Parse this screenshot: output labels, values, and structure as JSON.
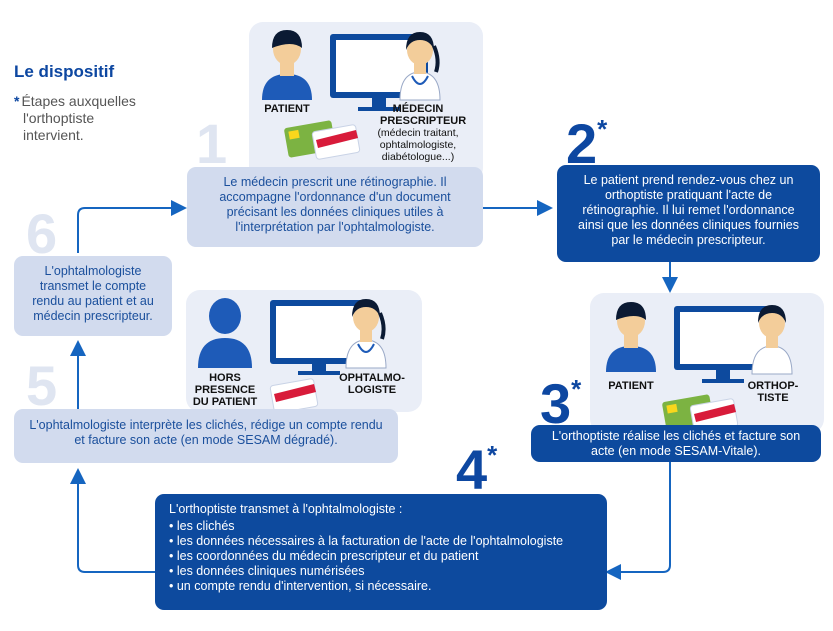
{
  "header": {
    "title": "Le dispositif",
    "legend_star": "*",
    "legend_lines": [
      "Étapes auxquelles",
      "l'orthoptiste",
      "intervient."
    ]
  },
  "steps": [
    {
      "number": "1",
      "star": "",
      "text": "Le médecin prescrit une rétinographie. Il accompagne l'ordonnance d'un document précisant les données cliniques utiles à l'interprétation par l'ophtalmologiste."
    },
    {
      "number": "2",
      "star": "*",
      "text": "Le patient prend rendez-vous chez un orthoptiste pratiquant l'acte de rétinographie. Il lui remet l'ordonnance ainsi que les données cliniques fournies par le médecin prescripteur."
    },
    {
      "number": "3",
      "star": "*",
      "text": "L'orthoptiste réalise les clichés et facture son acte (en mode SESAM-Vitale)."
    },
    {
      "number": "4",
      "star": "*",
      "text": "L'orthoptiste transmet à l'ophtalmologiste :",
      "items": [
        "les clichés",
        "les données nécessaires à la facturation de l'acte de l'ophtalmologiste",
        "les coordonnées du médecin prescripteur et du patient",
        "les données cliniques numérisées",
        "un compte rendu d'intervention, si nécessaire."
      ]
    },
    {
      "number": "5",
      "star": "",
      "text": "L'ophtalmologiste interprète les clichés, rédige un compte rendu et facture son acte (en mode SESAM dégradé)."
    },
    {
      "number": "6",
      "star": "",
      "text": "L'ophtalmologiste transmet le compte rendu au patient et au médecin prescripteur."
    }
  ],
  "scenes": {
    "top": {
      "patient_label": "PATIENT",
      "doctor_label": "MÉDECIN PRESCRIPTEUR",
      "doctor_sub": "(médecin traitant, ophtalmologiste, diabétologue...)"
    },
    "right": {
      "patient_label": "PATIENT",
      "orthoptist_label": "ORTHOP-TISTE"
    },
    "left": {
      "absent_label": "HORS PRESENCE DU PATIENT",
      "ophtalmo_label": "OPHTALMO-LOGISTE"
    }
  },
  "colors": {
    "dark_blue": "#0d4a9e",
    "light_blue": "#d2dbee",
    "panel": "#eaeef7",
    "arrow": "#1565c0"
  }
}
